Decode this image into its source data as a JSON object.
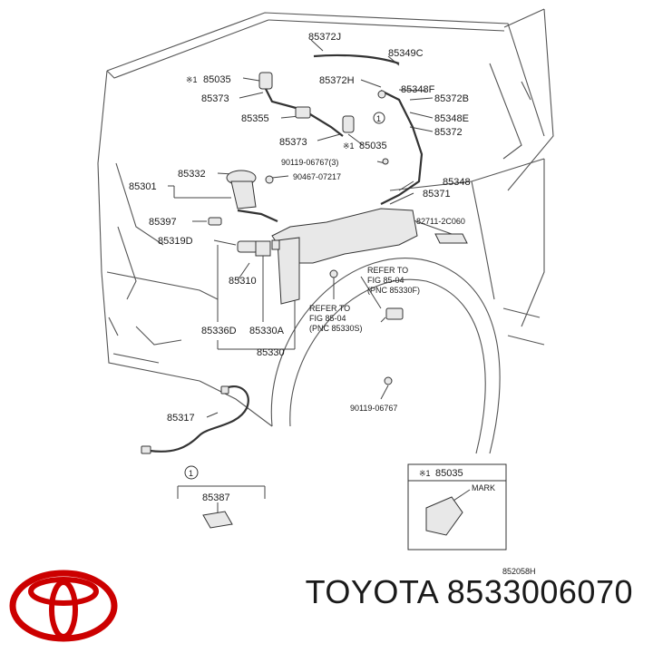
{
  "diagram": {
    "labels": {
      "p85372J": "85372J",
      "p85349C": "85349C",
      "p85035a": "85035",
      "p85372H": "85372H",
      "p85348F": "85348F",
      "p85373a": "85373",
      "p85372B": "85372B",
      "p85355": "85355",
      "p85348E": "85348E",
      "p85372": "85372",
      "p85373b": "85373",
      "p85035b": "85035",
      "p90119a": "90119-06767(3)",
      "p85332": "85332",
      "p90467": "90467-07217",
      "p85348": "85348",
      "p85301": "85301",
      "p85371": "85371",
      "p82711": "82711-2C060",
      "p85397": "85397",
      "p85319D": "85319D",
      "p85310": "85310",
      "p85336D": "85336D",
      "p85330A": "85330A",
      "p85330": "85330",
      "p90119b": "90119-06767",
      "p85317": "85317",
      "p85387": "85387",
      "p85035c": "85035",
      "mark": "MARK",
      "code": "852058H"
    },
    "marks": {
      "asterisk": "※1",
      "circled_one": "1"
    },
    "refer1": {
      "line1": "REFER TO",
      "line2": "FIG 85-04",
      "line3": "(PNC 85330F)"
    },
    "refer2": {
      "line1": "REFER TO",
      "line2": "FIG 85-04",
      "line3": "(PNC 85330S)"
    }
  },
  "footer": {
    "brand_part": "TOYOTA 8533006070",
    "logo_color": "#cc0000"
  }
}
